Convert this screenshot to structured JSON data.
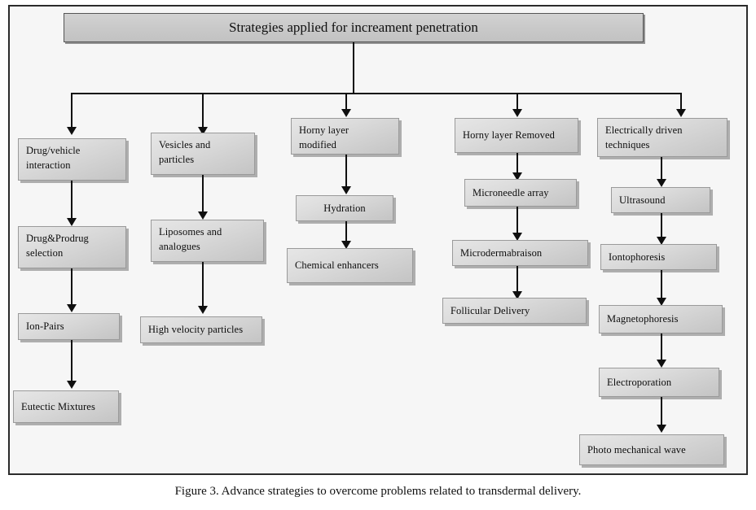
{
  "figure": {
    "title": "Strategies applied for increament penetration",
    "caption": "Figure 3.  Advance strategies to overcome problems related to transdermal delivery.",
    "colors": {
      "frame_border": "#2b2b2b",
      "canvas": "#f6f6f6",
      "node_fill": "#d4d4d4",
      "node_border": "#9a9a9a",
      "connector": "#0f0f0f",
      "text": "#0d0d0d"
    }
  },
  "columns": [
    {
      "id": "drug-vehicle",
      "nodes": [
        {
          "label": "Drug/vehicle interaction",
          "line1": "Drug/vehicle",
          "line2": "interaction"
        },
        {
          "label": "Drug&Prodrug selection",
          "line1": "Drug&Prodrug",
          "line2": "selection"
        },
        {
          "label": "Ion-Pairs",
          "line1": "Ion-Pairs",
          "line2": ""
        },
        {
          "label": "Eutectic Mixtures",
          "line1": "Eutectic Mixtures",
          "line2": ""
        }
      ]
    },
    {
      "id": "vesicles",
      "nodes": [
        {
          "label": "Vesicles and particles",
          "line1": "Vesicles and",
          "line2": "particles"
        },
        {
          "label": "Liposomes and analogues",
          "line1": "Liposomes and",
          "line2": "analogues"
        },
        {
          "label": "High velocity particles",
          "line1": "High velocity particles",
          "line2": ""
        }
      ]
    },
    {
      "id": "horny-modified",
      "nodes": [
        {
          "label": "Horny layer modified",
          "line1": "Horny layer",
          "line2": "modified"
        },
        {
          "label": "Hydration",
          "line1": "Hydration",
          "line2": ""
        },
        {
          "label": "Chemical enhancers",
          "line1": "Chemical enhancers",
          "line2": ""
        }
      ]
    },
    {
      "id": "horny-removed",
      "nodes": [
        {
          "label": "Horny layer Removed",
          "line1": "Horny layer Removed",
          "line2": ""
        },
        {
          "label": "Microneedle array",
          "line1": "Microneedle array",
          "line2": ""
        },
        {
          "label": "Microdermabraison",
          "line1": "Microdermabraison",
          "line2": ""
        },
        {
          "label": "Follicular Delivery",
          "line1": "Follicular Delivery",
          "line2": ""
        }
      ]
    },
    {
      "id": "electrically-driven",
      "nodes": [
        {
          "label": "Electrically driven techniques",
          "line1": "Electrically driven",
          "line2": "techniques"
        },
        {
          "label": "Ultrasound",
          "line1": "Ultrasound",
          "line2": ""
        },
        {
          "label": "Iontophoresis",
          "line1": "Iontophoresis",
          "line2": ""
        },
        {
          "label": "Magnetophoresis",
          "line1": "Magnetophoresis",
          "line2": ""
        },
        {
          "label": "Electroporation",
          "line1": "Electroporation",
          "line2": ""
        },
        {
          "label": "Photo mechanical wave",
          "line1": "Photo mechanical wave",
          "line2": ""
        }
      ]
    }
  ]
}
